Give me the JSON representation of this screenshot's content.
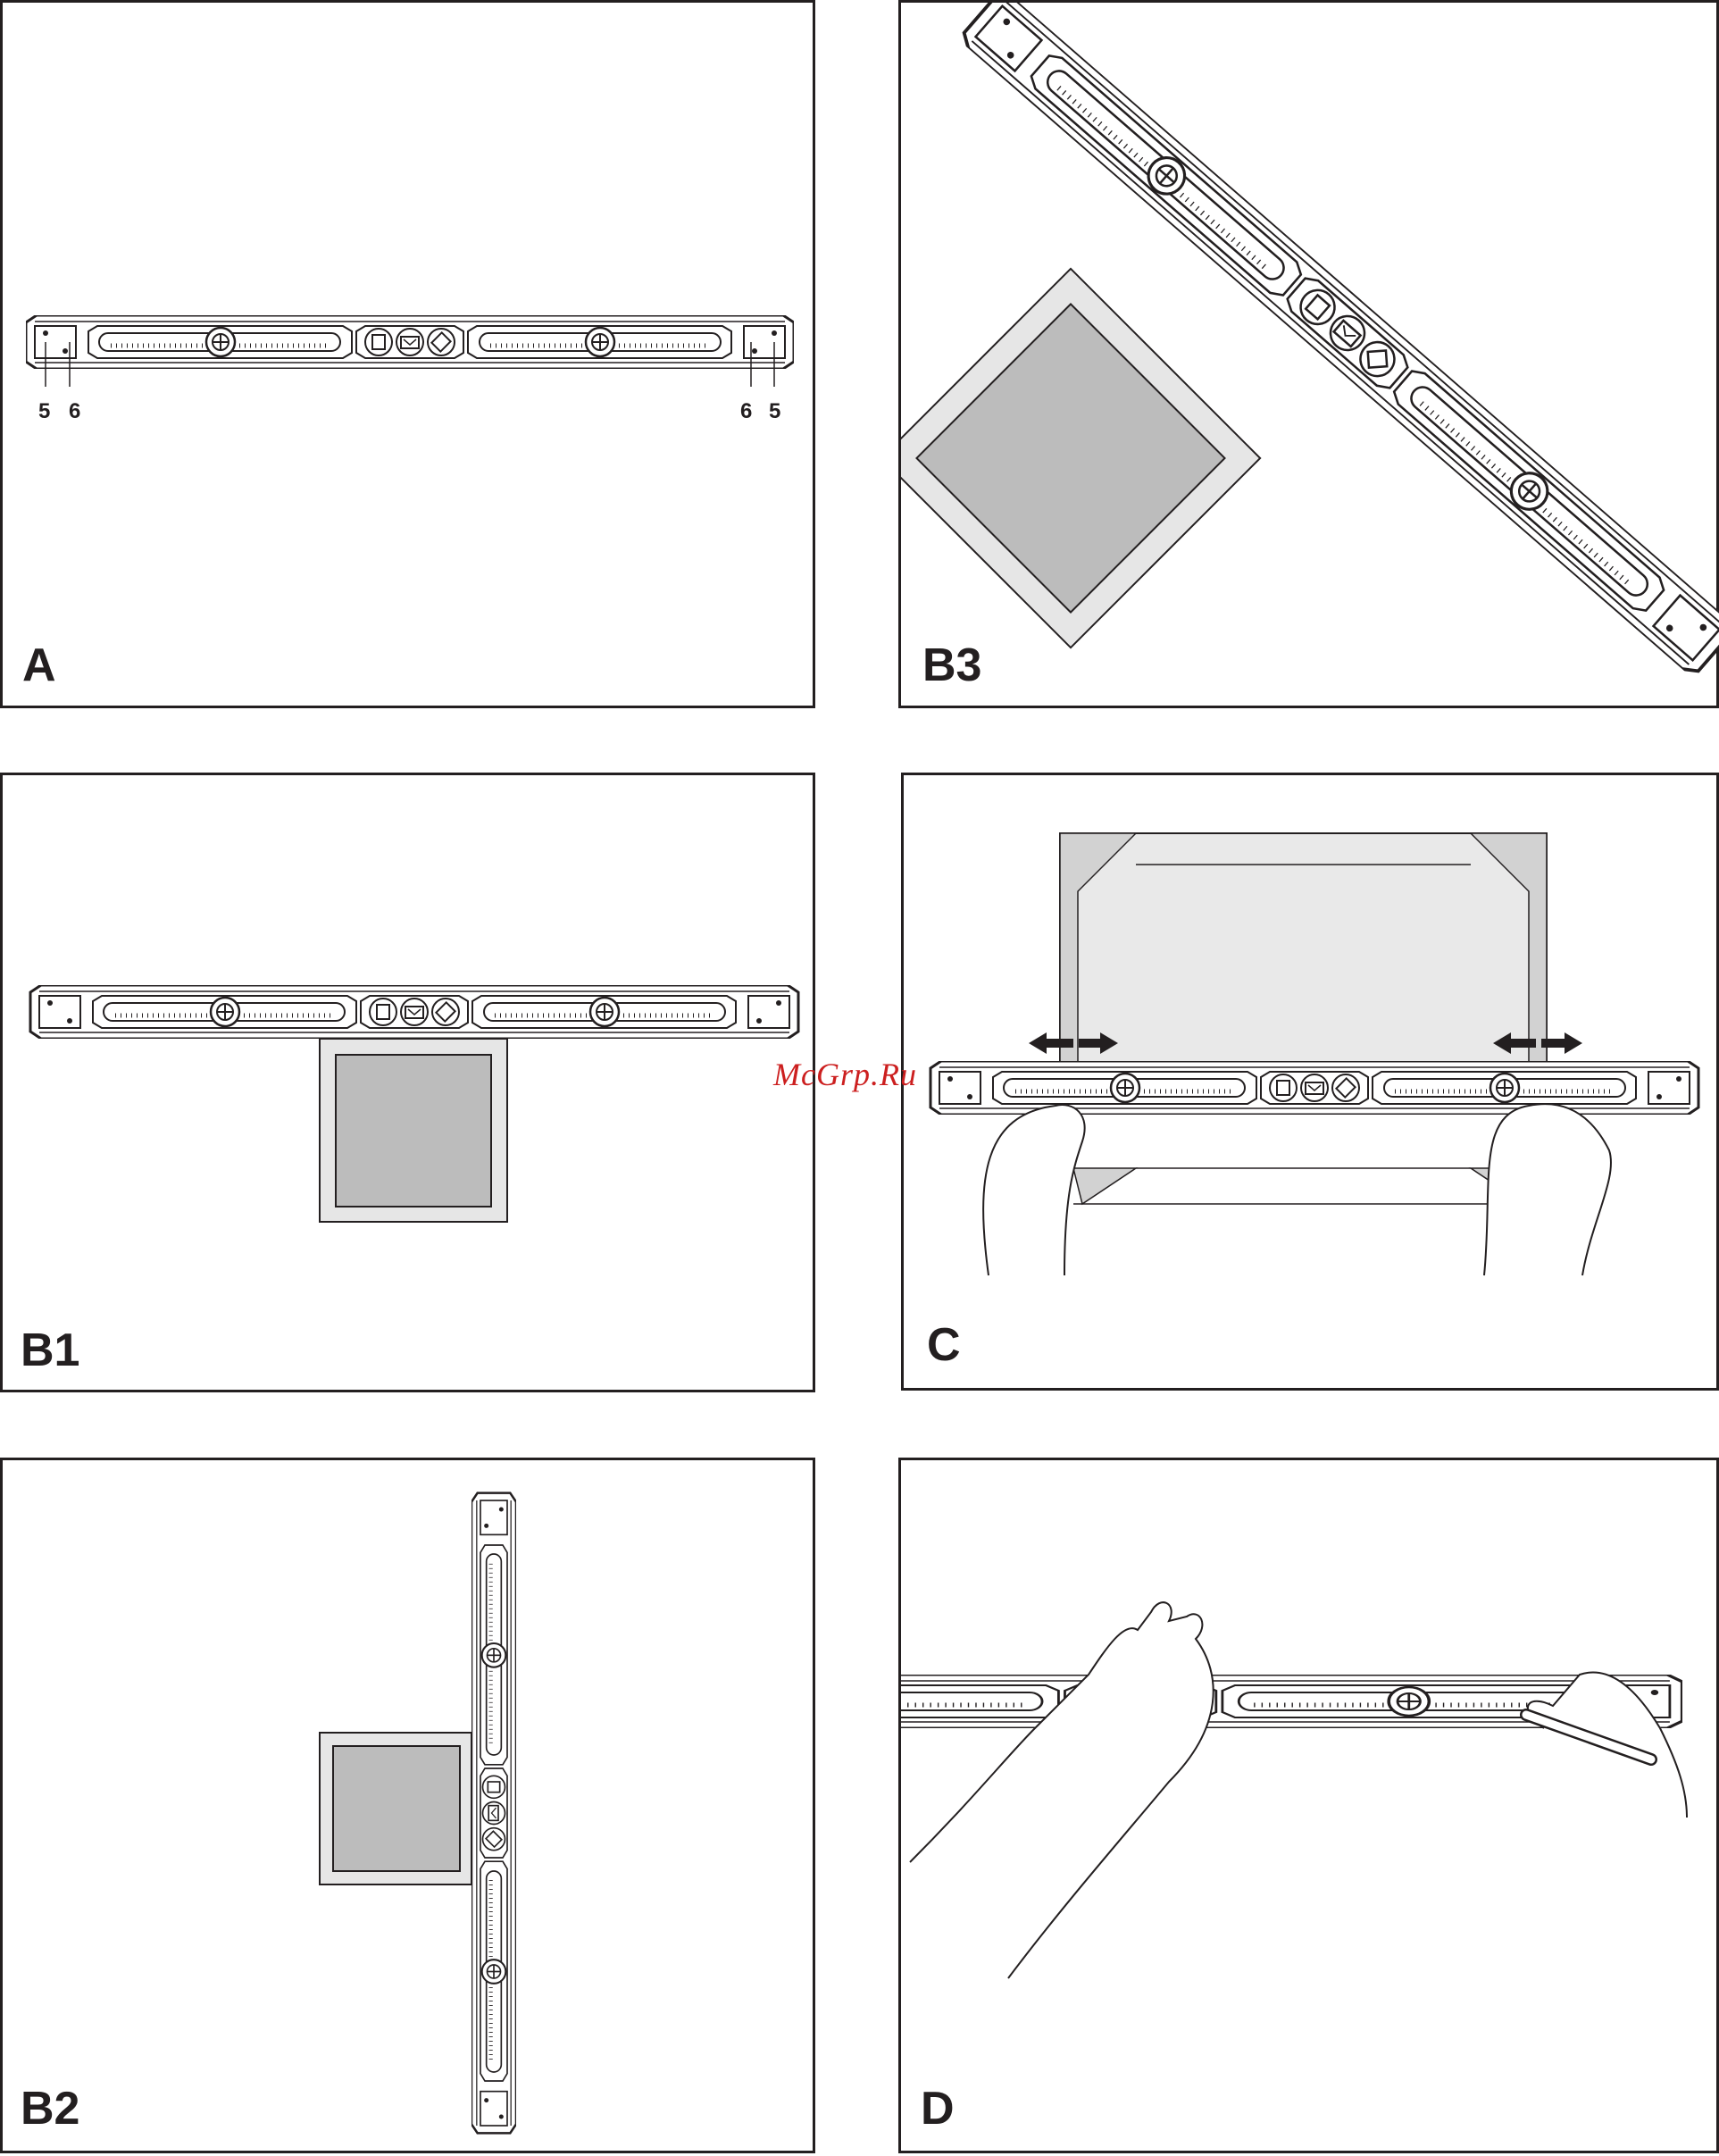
{
  "panels": {
    "a": {
      "label": "A",
      "callouts": [
        "5",
        "6",
        "6",
        "5"
      ]
    },
    "b3": {
      "label": "B3"
    },
    "b1": {
      "label": "B1"
    },
    "c": {
      "label": "C"
    },
    "b2": {
      "label": "B2"
    },
    "d": {
      "label": "D"
    }
  },
  "watermark": "McGrp.Ru",
  "colors": {
    "line": "#231f20",
    "tile": "#bcbcbc",
    "frame": "#e6e6e6",
    "sheet": "#e9e9e9",
    "watermark": "#cc1f1f"
  }
}
